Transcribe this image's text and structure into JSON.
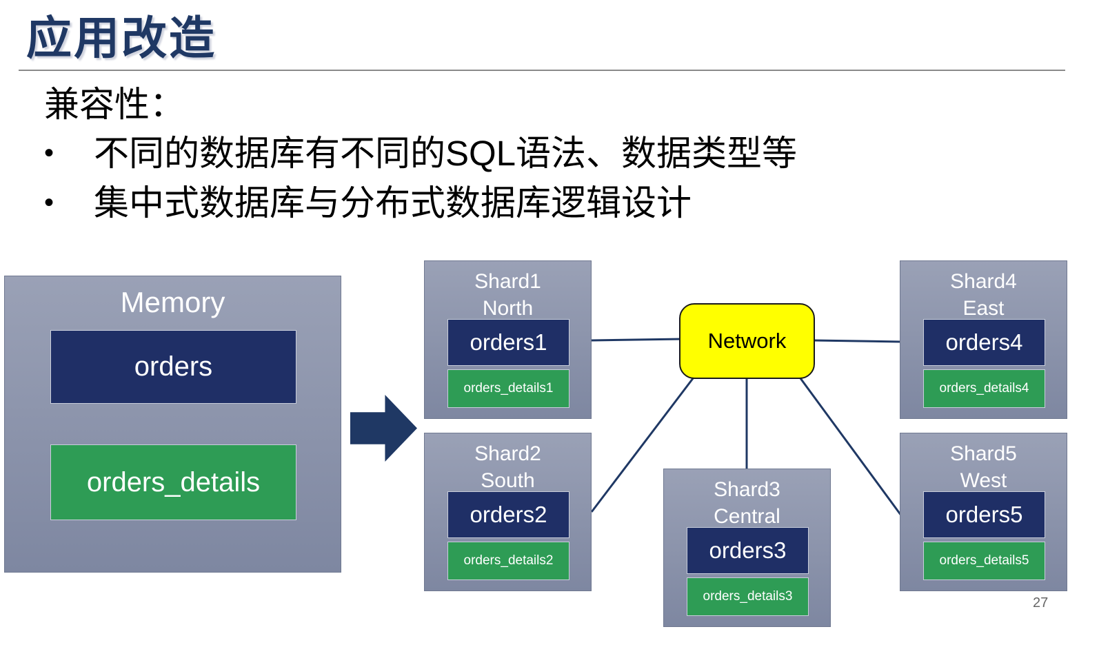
{
  "slide": {
    "title": "应用改造",
    "heading": "兼容性：",
    "bullets": [
      "不同的数据库有不同的SQL语法、数据类型等",
      "集中式数据库与分布式数据库逻辑设计"
    ],
    "page_number": "27"
  },
  "diagram": {
    "memory": {
      "label": "Memory",
      "orders": "orders",
      "orders_details": "orders_details"
    },
    "network": {
      "label": "Network"
    },
    "shards": [
      {
        "name": "Shard1",
        "region": "North",
        "table": "orders1",
        "details": "orders_details1"
      },
      {
        "name": "Shard2",
        "region": "South",
        "table": "orders2",
        "details": "orders_details2"
      },
      {
        "name": "Shard3",
        "region": "Central",
        "table": "orders3",
        "details": "orders_details3"
      },
      {
        "name": "Shard4",
        "region": "East",
        "table": "orders4",
        "details": "orders_details4"
      },
      {
        "name": "Shard5",
        "region": "West",
        "table": "orders5",
        "details": "orders_details5"
      }
    ],
    "colors": {
      "title_navy": "#1F3864",
      "box_slate": "#8C94AB",
      "table_navy": "#1F2F66",
      "details_green": "#2E9C55",
      "network_yellow": "#FFFF00",
      "connector_navy": "#1F3864"
    }
  }
}
